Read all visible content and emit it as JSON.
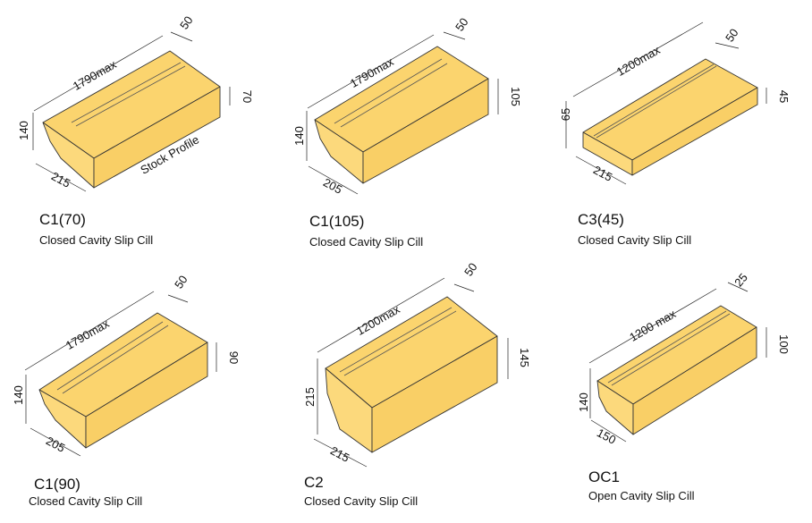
{
  "units": [
    {
      "code": "C1(70)",
      "description": "Closed Cavity Slip Cill",
      "dims": {
        "length": "1790max",
        "step": "50",
        "nose": "70",
        "height": "140",
        "depth": "215"
      },
      "note": "Stock Profile"
    },
    {
      "code": "C1(105)",
      "description": "Closed Cavity Slip Cill",
      "dims": {
        "length": "1790max",
        "step": "50",
        "nose": "105",
        "height": "140",
        "depth": "205"
      }
    },
    {
      "code": "C3(45)",
      "description": "Closed Cavity Slip Cill",
      "dims": {
        "length": "1200max",
        "step": "50",
        "nose": "45",
        "height": "65",
        "depth": "215"
      }
    },
    {
      "code": "C1(90)",
      "description": "Closed Cavity Slip Cill",
      "dims": {
        "length": "1790max",
        "step": "50",
        "nose": "90",
        "height": "140",
        "depth": "205"
      }
    },
    {
      "code": "C2",
      "description": "Closed Cavity Slip Cill",
      "dims": {
        "length": "1200max",
        "step": "50",
        "nose": "145",
        "height": "215",
        "depth": "215"
      }
    },
    {
      "code": "OC1",
      "description": "Open Cavity Slip Cill",
      "dims": {
        "length": "1200 max",
        "step": "25",
        "nose": "100",
        "height": "140",
        "depth": "150"
      }
    }
  ]
}
